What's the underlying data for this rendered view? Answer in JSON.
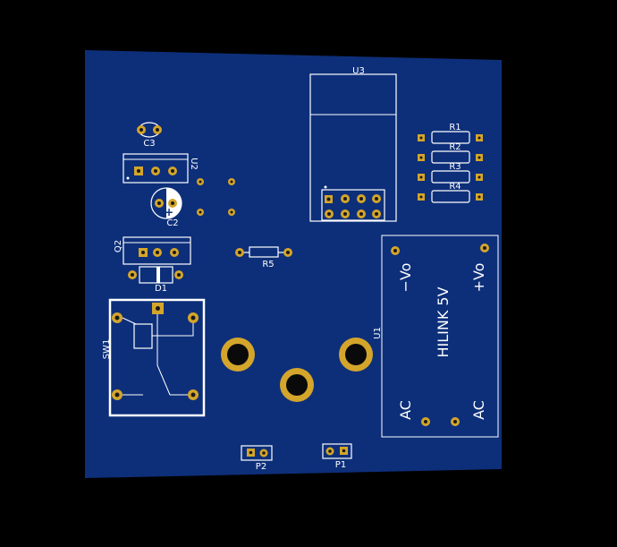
{
  "board": {
    "color": "#0d2f7a",
    "silk_color": "#ffffff",
    "pad_color": "#d4a52b"
  },
  "labels": {
    "c3": "C3",
    "u2": "U2",
    "c2": "C2",
    "c2_plus": "+",
    "q2": "Q2",
    "d1": "D1",
    "r5": "R5",
    "u3": "U3",
    "r1": "R1",
    "r2": "R2",
    "r3": "R3",
    "r4": "R4",
    "sw1": "SW1",
    "u1": "U1",
    "hilink": "HILINK 5V",
    "minus_vo": "−Vo",
    "plus_vo": "+Vo",
    "ac_left": "AC",
    "ac_right": "AC",
    "p1": "P1",
    "p2": "P2"
  }
}
